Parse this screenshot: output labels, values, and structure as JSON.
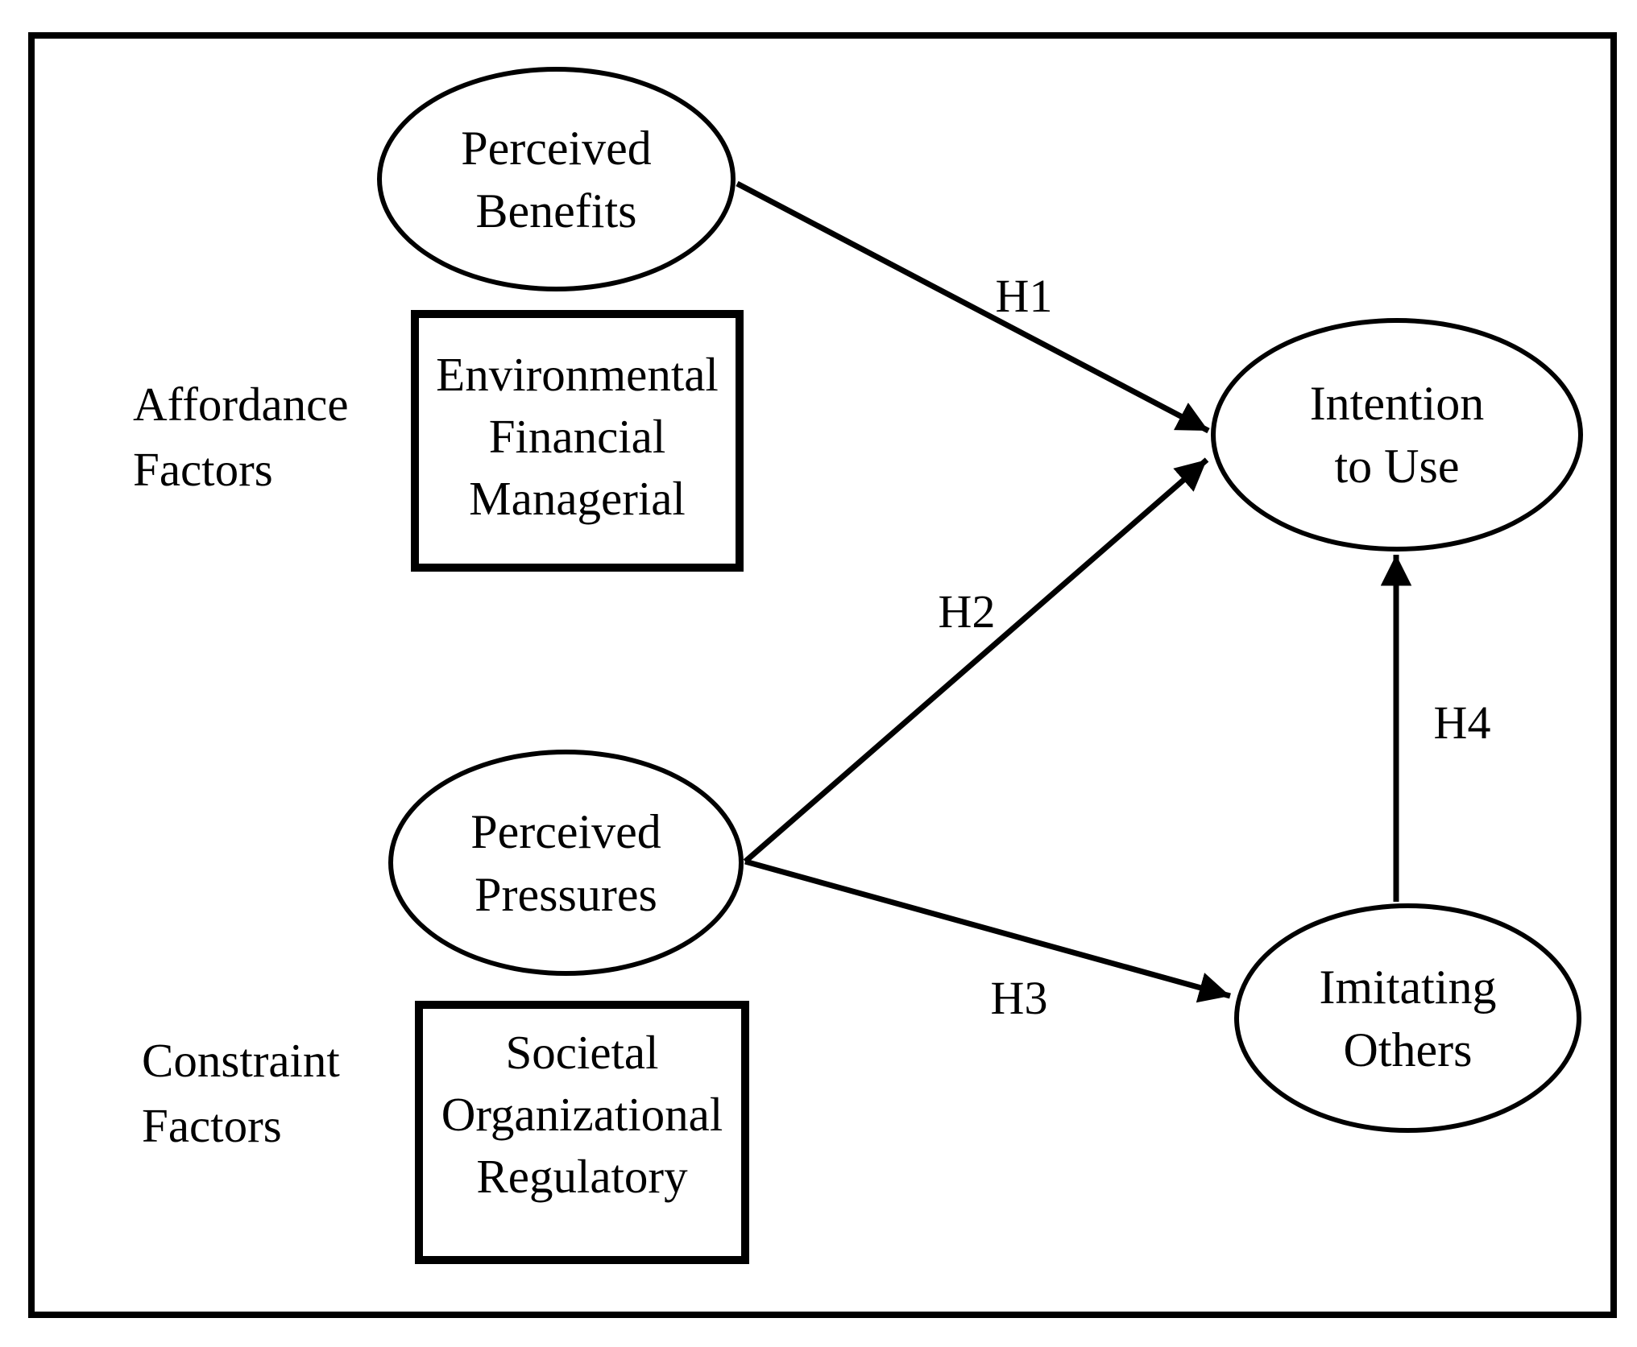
{
  "figure": {
    "background": "#ffffff",
    "stroke_color": "#000000",
    "nodes": {
      "perceived_benefits": {
        "label": "Perceived\nBenefits"
      },
      "intention_to_use": {
        "label": "Intention\nto Use"
      },
      "perceived_pressures": {
        "label": "Perceived\nPressures"
      },
      "imitating_others": {
        "label": "Imitating\nOthers"
      }
    },
    "attribute_boxes": {
      "affordance": {
        "label": "Environmental\nFinancial\nManagerial"
      },
      "constraint": {
        "label": "Societal\nOrganizational\nRegulatory"
      }
    },
    "side_labels": {
      "affordance": {
        "label": "Affordance\nFactors"
      },
      "constraint": {
        "label": "Constraint\nFactors"
      }
    },
    "hypotheses": {
      "h1": {
        "label": "H1"
      },
      "h2": {
        "label": "H2"
      },
      "h3": {
        "label": "H3"
      },
      "h4": {
        "label": "H4"
      }
    }
  }
}
